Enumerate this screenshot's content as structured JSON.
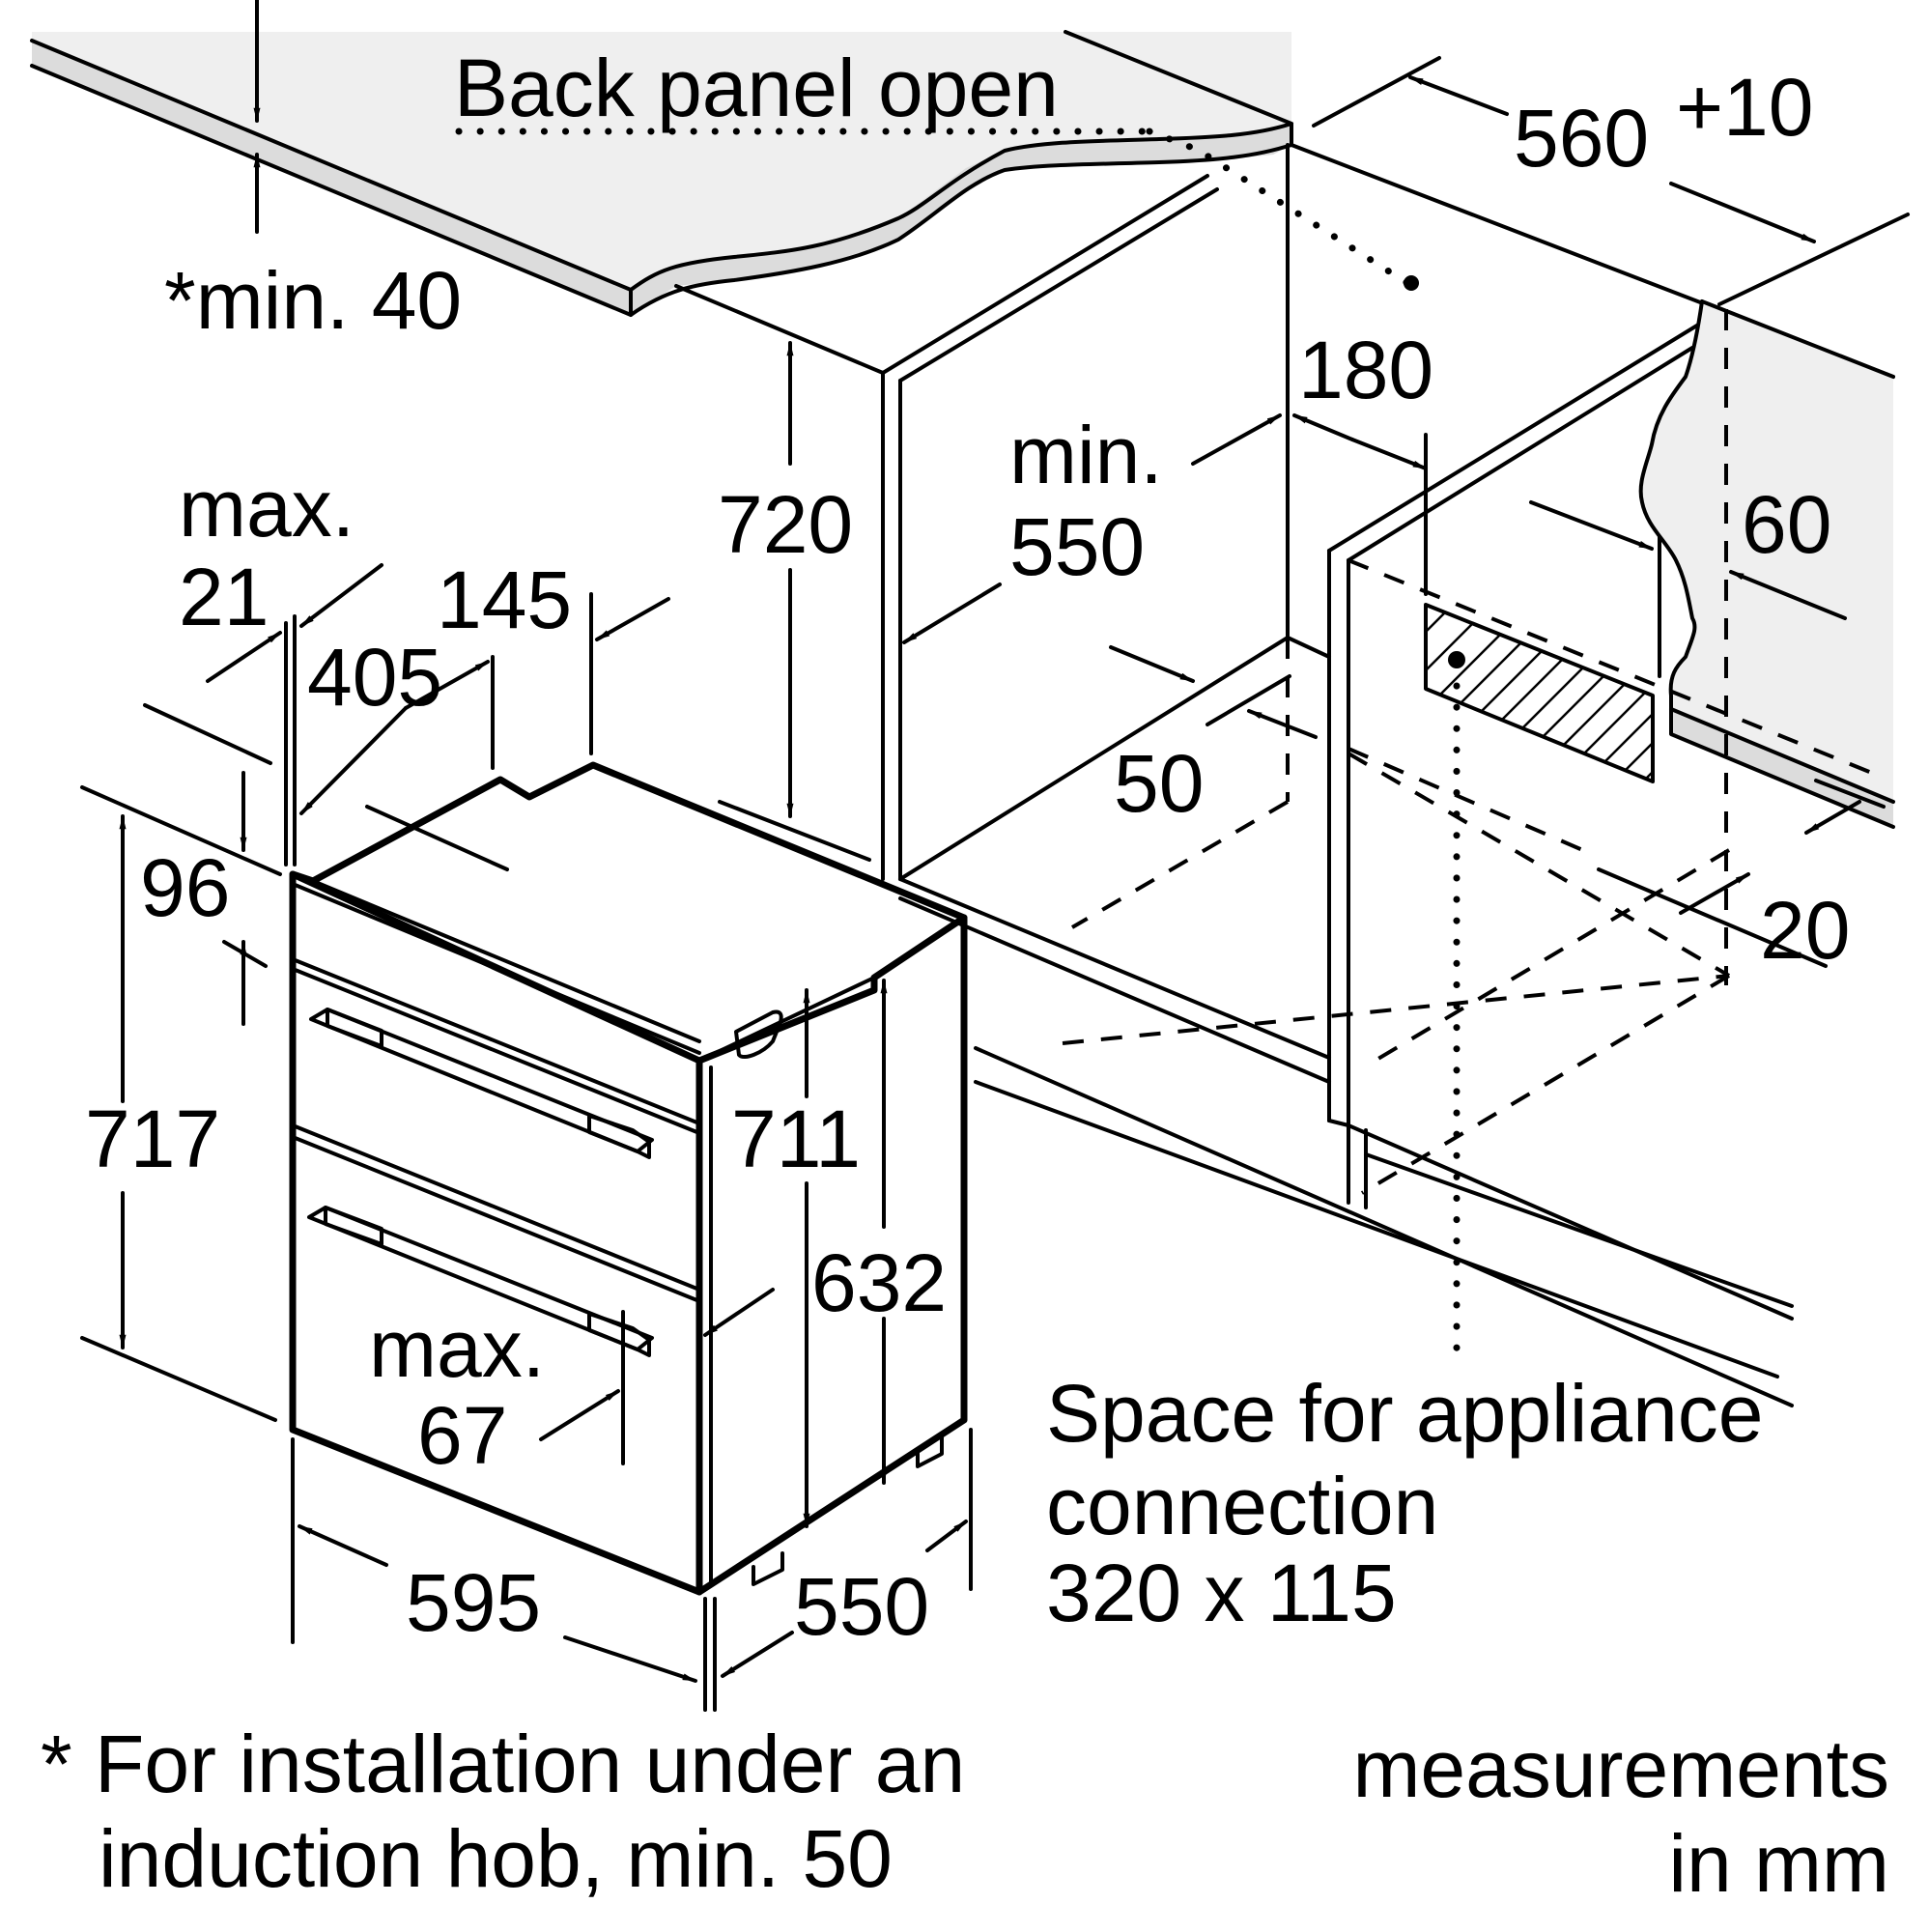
{
  "diagram": {
    "title": "Built-in double oven installation dimensions",
    "colors": {
      "line": "#000000",
      "countertop_surface": "#efefef",
      "countertop_edge": "#dcdcdc",
      "background": "#ffffff"
    },
    "labels": {
      "back_panel": "Back panel open",
      "worktop_min": "*min. 40",
      "niche_width_main": "560",
      "niche_width_tol": "+10",
      "gap_180": "180",
      "min_label": "min.",
      "min_depth": "550",
      "height_720": "720",
      "max_label_21": "max.",
      "value_21": "21",
      "value_145": "145",
      "value_405": "405",
      "value_96": "96",
      "value_717": "717",
      "value_711": "711",
      "value_632": "632",
      "max_label_67": "max.",
      "value_67": "67",
      "value_595": "595",
      "value_550": "550",
      "value_50": "50",
      "value_60": "60",
      "value_20": "20"
    },
    "connection_note": {
      "line1": "Space for appliance",
      "line2": "connection",
      "line3": "320 x 115"
    },
    "footnote": {
      "line1": "* For installation under an",
      "line2": "induction hob, min. 50"
    },
    "units_note": {
      "line1": "measurements",
      "line2": "in mm"
    }
  }
}
